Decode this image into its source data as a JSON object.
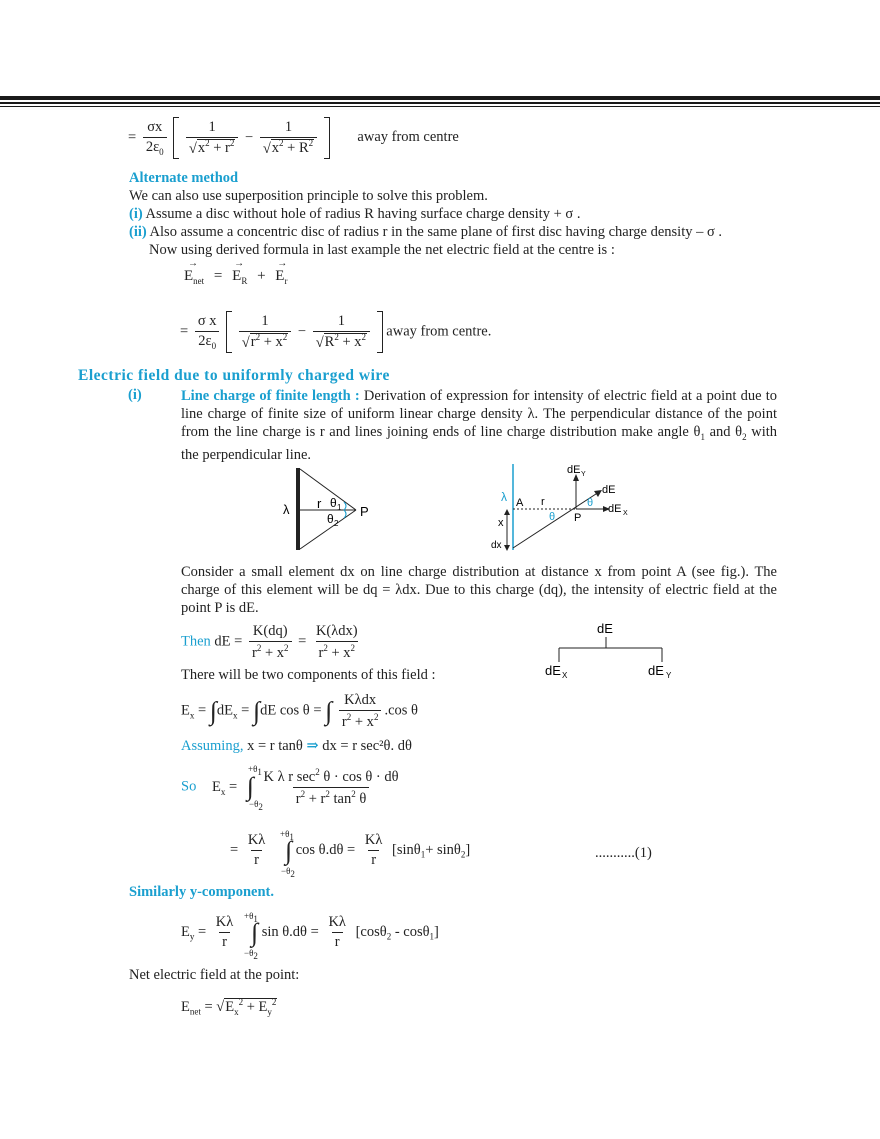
{
  "top_eq": {
    "lhs": "=",
    "num": "σx",
    "den": "2ε",
    "den_sub": "0",
    "note": "away from centre"
  },
  "alternate": {
    "heading": "Alternate method",
    "intro": "We can also use superposition principle to solve this problem.",
    "i_label": "(i)",
    "i_text": "Assume a disc without hole of radius R having surface charge density + σ .",
    "ii_label": "(ii)",
    "ii_text": "Also assume a concentric disc of radius r in the same plane of first disc having charge density – σ .",
    "ii_cont": "Now using derived formula in last example the net electric field at the centre is :",
    "eq2_note": "away from centre."
  },
  "section": {
    "title": "Electric field due to uniformly charged wire",
    "i_label": "(i)",
    "i_heading": "Line charge of finite length :",
    "i_text": "Derivation of expression for intensity of electric field at a point due to line charge of finite size of uniform linear charge density λ. The perpendicular distance of the point from the line charge is r and lines joining ends of line charge distribution make angle θ",
    "i_text2": " and θ",
    "i_text3": " with the perpendicular line.",
    "consider": "Consider a small element dx on line charge distribution at distance x from point A (see fig.). The charge of this element will be dq = λdx. Due to this charge (dq), the intensity of electric field at the point P is dE.",
    "then_label": "Then",
    "two_comp": "There will be two components of this field :",
    "assuming_label": "Assuming,",
    "assuming_eq": "x = r tanθ",
    "assuming_eq2": "dx = r sec²θ. dθ",
    "so_label": "So",
    "eq_num": "...........(1)",
    "similarly": "Similarly y-component.",
    "net_text": "Net electric field at the point:"
  },
  "fig1": {
    "lambda": "λ",
    "r": "r",
    "theta1": "θ",
    "theta2": "θ",
    "P": "P"
  },
  "fig2": {
    "dEy": "dE",
    "dE": "dE",
    "dEx": "dE",
    "lambda": "λ",
    "A": "A",
    "r": "r",
    "theta": "θ",
    "P": "P",
    "x": "x",
    "dx": "dx"
  },
  "fig3": {
    "dE": "dE",
    "dEx": "dE",
    "dEy": "dE"
  },
  "colors": {
    "accent": "#1a9fcf",
    "rule": "#1a1a1a"
  }
}
